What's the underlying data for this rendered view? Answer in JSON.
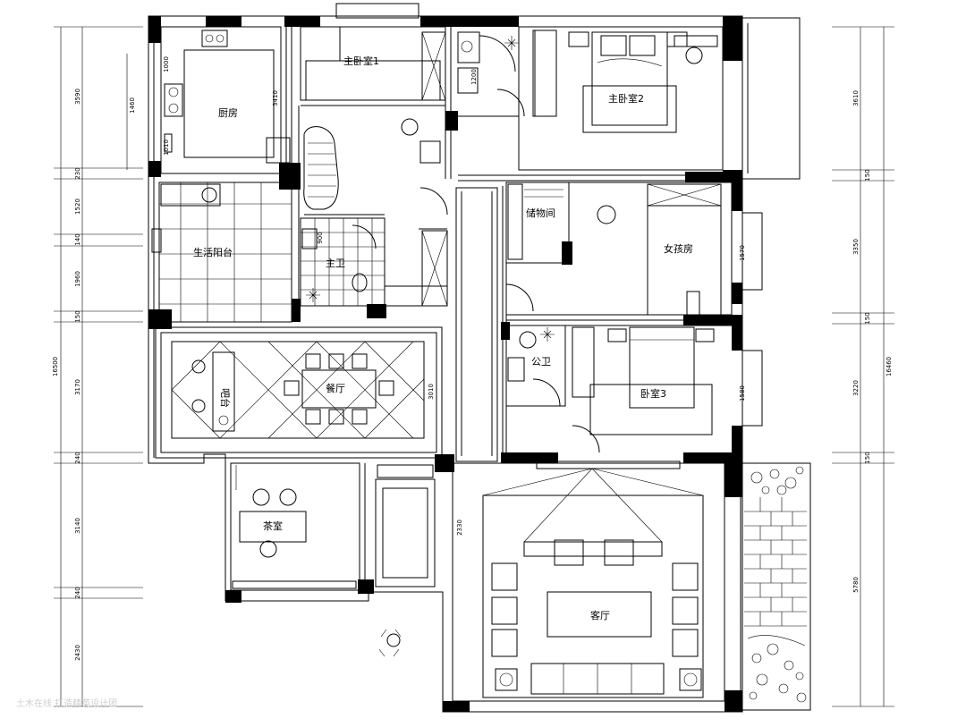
{
  "rooms": {
    "kitchen": "厨房",
    "master_bedroom_1": "主卧室1",
    "master_bedroom_2": "主卧室2",
    "living_balcony": "生活阳台",
    "bathroom_main": "主卫",
    "storage": "储物间",
    "daughter_room": "女孩房",
    "bathroom_guest": "公卫",
    "bedroom_3": "卧室3",
    "dining": "餐厅",
    "bar": "吧台",
    "tea_room": "茶室",
    "living_room": "客厅"
  },
  "dimensions": {
    "left_total": "16500",
    "left_segments": [
      "3590",
      "230",
      "1520",
      "140",
      "1960",
      "150",
      "3170",
      "240",
      "3140",
      "240",
      "2430"
    ],
    "left_inner": [
      "1000",
      "1460",
      "1010"
    ],
    "inner_small": [
      "3410",
      "3010",
      "2330",
      "900",
      "1200"
    ],
    "right_total": "16460",
    "right_segments": [
      "3610",
      "150",
      "3350",
      "150",
      "3220",
      "150",
      "5780"
    ],
    "right_inner": [
      "1570",
      "1580"
    ]
  },
  "watermark": "土木在线 打造精英设计团"
}
